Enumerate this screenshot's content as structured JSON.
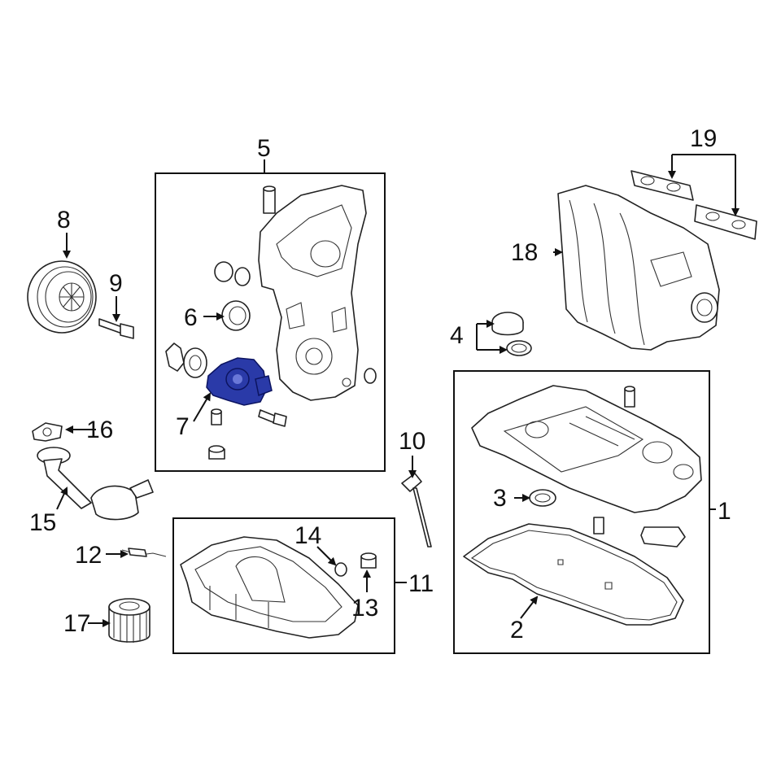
{
  "diagram": {
    "callouts": [
      "1",
      "2",
      "3",
      "4",
      "5",
      "6",
      "7",
      "8",
      "9",
      "10",
      "11",
      "12",
      "13",
      "14",
      "15",
      "16",
      "17",
      "18",
      "19"
    ],
    "highlight_color": "#2a3aa8",
    "highlighted_part": "7"
  }
}
